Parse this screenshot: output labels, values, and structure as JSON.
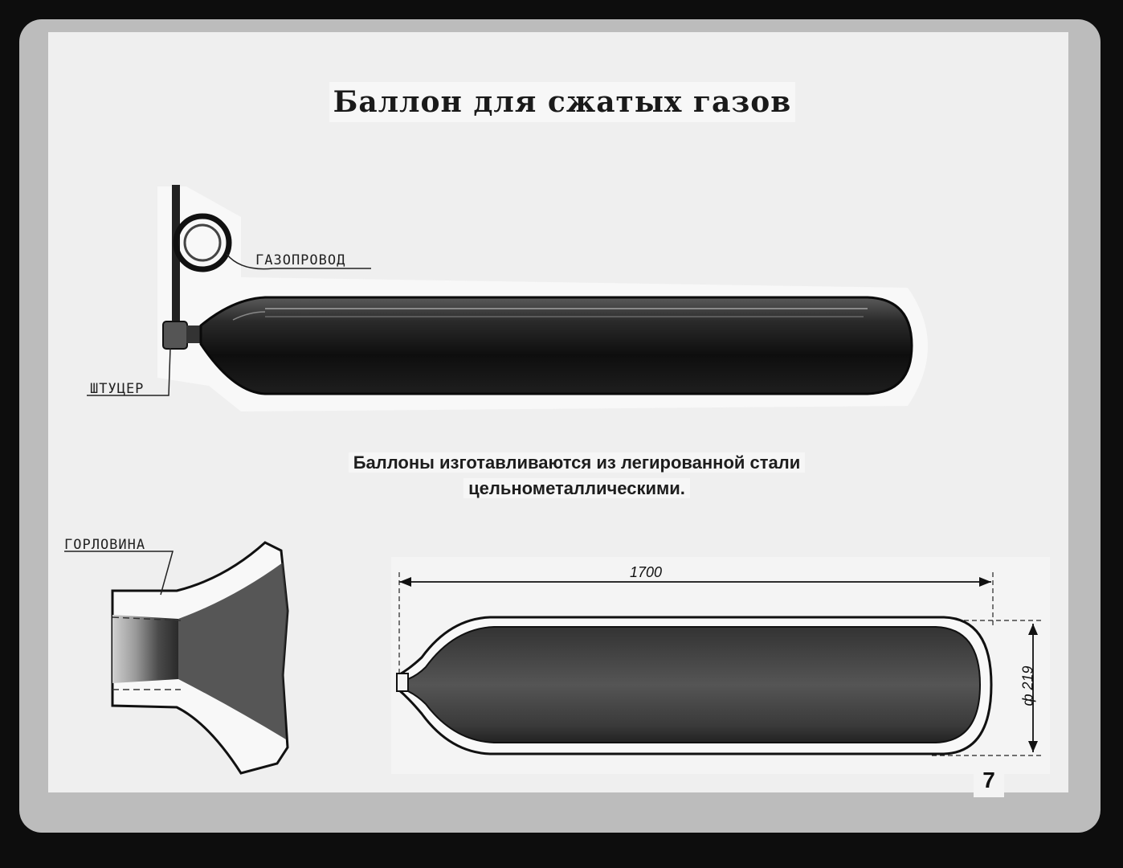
{
  "title": "Баллон для сжатых газов",
  "labels": {
    "gas_pipe": "ГАЗОПРОВОД",
    "fitting": "ШТУЦЕР",
    "neck": "ГОРЛОВИНА"
  },
  "caption": {
    "line1": "Баллоны изготавливаются из легированной стали",
    "line2": "цельнометаллическими."
  },
  "dimensions": {
    "length": "1700",
    "diameter": "ф 219"
  },
  "page_number": "7"
}
